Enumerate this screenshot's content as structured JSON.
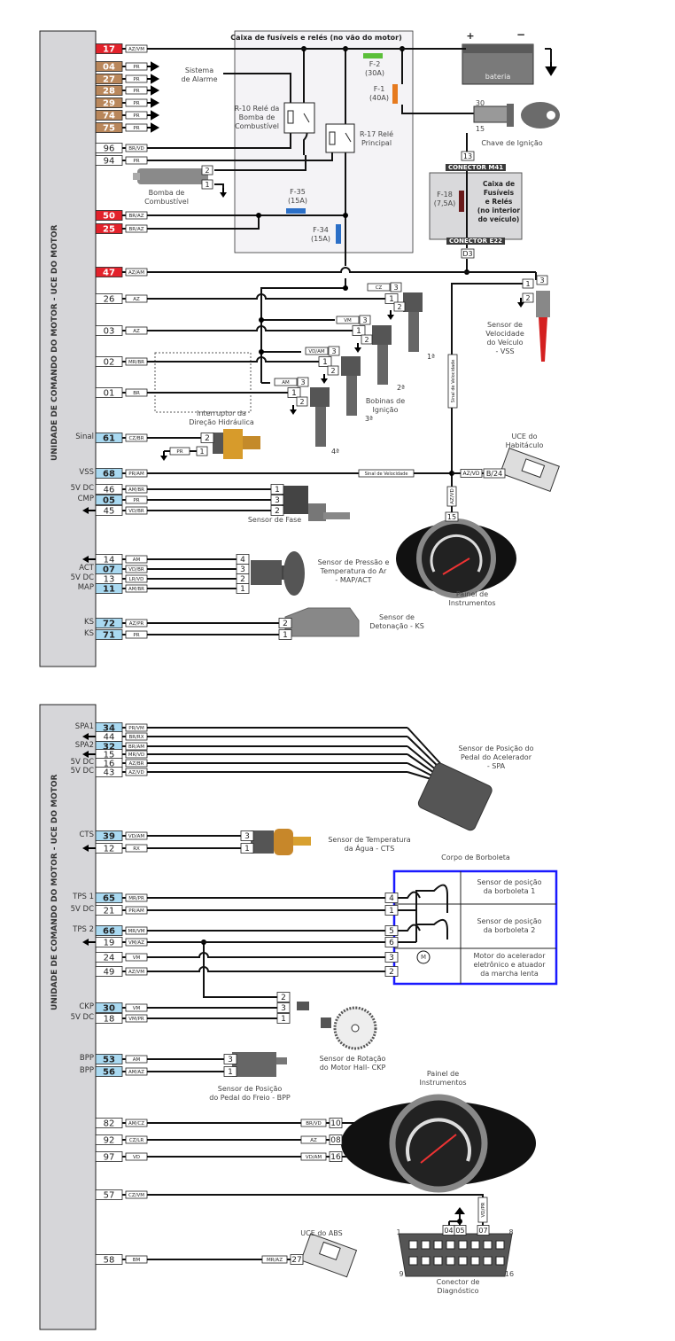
{
  "ecu": {
    "label_top": "UNIDADE DE COMANDO DO MOTOR - UCE DO MOTOR",
    "label_bottom": "UNIDADE DE COMANDO DO MOTOR - UCE DO MOTOR"
  },
  "pin_colors": {
    "red": "#e3222b",
    "brown": "#b9875b",
    "blue": "#a9d9f1",
    "white": "#ffffff",
    "throttle_box": "#1a1aff"
  },
  "pins_top": [
    {
      "pin": "17",
      "wire": "AZ/VM",
      "signal": "",
      "type": "red",
      "conn": ""
    },
    {
      "pin": "04",
      "wire": "PR",
      "signal": "",
      "type": "brown",
      "conn": ""
    },
    {
      "pin": "27",
      "wire": "PR",
      "signal": "",
      "type": "brown",
      "conn": ""
    },
    {
      "pin": "28",
      "wire": "PR",
      "signal": "",
      "type": "brown",
      "conn": ""
    },
    {
      "pin": "29",
      "wire": "PR",
      "signal": "",
      "type": "brown",
      "conn": ""
    },
    {
      "pin": "74",
      "wire": "PR",
      "signal": "",
      "type": "brown",
      "conn": ""
    },
    {
      "pin": "75",
      "wire": "PR",
      "signal": "",
      "type": "brown",
      "conn": ""
    },
    {
      "pin": "96",
      "wire": "BR/VD",
      "signal": "",
      "type": "white",
      "conn": ""
    },
    {
      "pin": "94",
      "wire": "PR",
      "signal": "",
      "type": "white",
      "conn": ""
    },
    {
      "pin": "50",
      "wire": "BR/AZ",
      "signal": "",
      "type": "red",
      "conn": ""
    },
    {
      "pin": "25",
      "wire": "BR/AZ",
      "signal": "",
      "type": "red",
      "conn": ""
    },
    {
      "pin": "47",
      "wire": "AZ/AM",
      "signal": "",
      "type": "red",
      "conn": ""
    },
    {
      "pin": "26",
      "wire": "AZ",
      "signal": "",
      "type": "white",
      "conn": "1"
    },
    {
      "pin": "03",
      "wire": "AZ",
      "signal": "",
      "type": "white",
      "conn": "1"
    },
    {
      "pin": "02",
      "wire": "MR/BR",
      "signal": "",
      "type": "white",
      "conn": "1"
    },
    {
      "pin": "01",
      "wire": "BR",
      "signal": "",
      "type": "white",
      "conn": "1"
    },
    {
      "pin": "61",
      "wire": "CZ/BR",
      "signal": "Sinal",
      "type": "blue",
      "conn": "2"
    },
    {
      "pin": "68",
      "wire": "PR/AM",
      "signal": "VSS",
      "type": "blue",
      "conn": ""
    },
    {
      "pin": "46",
      "wire": "AM/BR",
      "signal": "5V DC",
      "type": "white",
      "conn": "1"
    },
    {
      "pin": "05",
      "wire": "PR",
      "signal": "CMP",
      "type": "blue",
      "conn": "3"
    },
    {
      "pin": "45",
      "wire": "VD/BR",
      "signal": "",
      "type": "white",
      "conn": "2",
      "ground": true
    },
    {
      "pin": "14",
      "wire": "AM",
      "signal": "",
      "type": "white",
      "conn": "4",
      "ground": true
    },
    {
      "pin": "07",
      "wire": "VD/BR",
      "signal": "ACT",
      "type": "blue",
      "conn": "3"
    },
    {
      "pin": "13",
      "wire": "LR/VD",
      "signal": "5V DC",
      "type": "white",
      "conn": "2"
    },
    {
      "pin": "11",
      "wire": "AM/BR",
      "signal": "MAP",
      "type": "blue",
      "conn": "1"
    },
    {
      "pin": "72",
      "wire": "AZ/PR",
      "signal": "KS",
      "type": "blue",
      "conn": "2"
    },
    {
      "pin": "71",
      "wire": "PR",
      "signal": "KS",
      "type": "blue",
      "conn": "1"
    }
  ],
  "pins_bottom": [
    {
      "pin": "34",
      "wire": "PR/VM",
      "signal": "SPA1",
      "type": "blue",
      "conn": ""
    },
    {
      "pin": "44",
      "wire": "BR/RX",
      "signal": "",
      "type": "white",
      "conn": "",
      "ground": true
    },
    {
      "pin": "32",
      "wire": "BR/AM",
      "signal": "SPA2",
      "type": "blue",
      "conn": ""
    },
    {
      "pin": "15",
      "wire": "MR/VD",
      "signal": "",
      "type": "white",
      "conn": "",
      "ground": true
    },
    {
      "pin": "16",
      "wire": "AZ/BR",
      "signal": "5V DC",
      "type": "white",
      "conn": ""
    },
    {
      "pin": "43",
      "wire": "AZ/VD",
      "signal": "5V DC",
      "type": "white",
      "conn": ""
    },
    {
      "pin": "39",
      "wire": "VD/AM",
      "signal": "CTS",
      "type": "blue",
      "conn": "3"
    },
    {
      "pin": "12",
      "wire": "RX",
      "signal": "",
      "type": "white",
      "conn": "1",
      "ground": true
    },
    {
      "pin": "65",
      "wire": "MR/PR",
      "signal": "TPS 1",
      "type": "blue",
      "conn": "4"
    },
    {
      "pin": "21",
      "wire": "PR/AM",
      "signal": "5V DC",
      "type": "white",
      "conn": "1"
    },
    {
      "pin": "66",
      "wire": "MR/VM",
      "signal": "TPS 2",
      "type": "blue",
      "conn": "5"
    },
    {
      "pin": "19",
      "wire": "VM/AZ",
      "signal": "",
      "type": "white",
      "conn": "6",
      "ground": true
    },
    {
      "pin": "24",
      "wire": "VM",
      "signal": "",
      "type": "white",
      "conn": "3"
    },
    {
      "pin": "49",
      "wire": "AZ/VM",
      "signal": "",
      "type": "white",
      "conn": "2"
    },
    {
      "pin": "30",
      "wire": "VM",
      "signal": "CKP",
      "type": "blue",
      "conn": "3"
    },
    {
      "pin": "18",
      "wire": "VM/PR",
      "signal": "5V DC",
      "type": "white",
      "conn": "1"
    },
    {
      "pin": "53",
      "wire": "AM",
      "signal": "BPP",
      "type": "blue",
      "conn": "3"
    },
    {
      "pin": "56",
      "wire": "AM/AZ",
      "signal": "BPP",
      "type": "blue",
      "conn": "1"
    },
    {
      "pin": "82",
      "wire": "AM/CZ",
      "signal": "",
      "type": "white",
      "conn": "10",
      "far_wire": "BR/VD"
    },
    {
      "pin": "92",
      "wire": "CZ/LR",
      "signal": "",
      "type": "white",
      "conn": "08",
      "far_wire": "AZ"
    },
    {
      "pin": "97",
      "wire": "VD",
      "signal": "",
      "type": "white",
      "conn": "16",
      "far_wire": "VD/AM"
    },
    {
      "pin": "57",
      "wire": "CZ/VM",
      "signal": "",
      "type": "white",
      "conn": ""
    },
    {
      "pin": "58",
      "wire": "BM",
      "signal": "",
      "type": "white",
      "conn": "27",
      "far_wire": "MR/AZ"
    }
  ],
  "components": {
    "fuse_box_engine": "Caixa de fusíveis e relés (no vão do motor)",
    "f2": "F-2\n(30A)",
    "f1": "F-1\n(40A)",
    "f35": "F-35\n(15A)",
    "f34": "F-34\n(15A)",
    "r10": "R-10 Relé da\nBomba de\nCombustível",
    "r17": "R-17 Relé\nPrincipal",
    "alarm": "Sistema\nde Alarme",
    "pump": "Bomba de\nCombustível",
    "pump_pins": [
      "2",
      "1"
    ],
    "battery": "bateria",
    "battery_plus": "+",
    "battery_minus": "−",
    "ignition": "Chave de Ignição",
    "ignition_30": "30",
    "ignition_15": "15",
    "m41_pin": "13",
    "connector_m41": "CONECTOR M41",
    "f18": "F-18\n(7,5A)",
    "fuse_box_interior": "Caixa de\nFusíveis\ne Relés\n(no interior\ndo veículo)",
    "connector_e22": "CONECTOR E22",
    "e22_pin": "D3",
    "vss": "Sensor de\nVelocidade\ndo Veículo\n- VSS",
    "vss_pins": [
      "1",
      "2",
      "3"
    ],
    "speed_signal": "Sinal de Velocidade",
    "coils": "Bobinas de\nIgnição",
    "coil_numbers": [
      "1ª",
      "2ª",
      "3ª",
      "4ª"
    ],
    "coil_feed_wires": [
      "CZ",
      "VM",
      "VD/AM",
      "AM"
    ],
    "coil_pin3": "3",
    "coil_pin2": "2",
    "power_steering": "Interruptor da\nDireção Hidráulica",
    "power_steering_gnd_wire": "PR",
    "power_steering_gnd_pin": "1",
    "body_ecu": "UCE do\nHabitáculo",
    "body_ecu_wire": "AZ/VD",
    "body_ecu_pin": "B/24",
    "cluster_wire": "AZ/VD",
    "cluster_pin": "15",
    "cluster": "Painel de\nInstrumentos",
    "phase_sensor": "Sensor de Fase",
    "map_act": "Sensor de Pressão e\nTemperatura do Ar\n- MAP/ACT",
    "knock": "Sensor de\nDetonação - KS",
    "spa": "Sensor de Posição do\nPedal do Acelerador\n- SPA",
    "cts": "Sensor de Temperatura\nda Água - CTS",
    "throttle_body": "Corpo de Borboleta",
    "throttle_rows": [
      "Sensor de posição\nda borboleta 1",
      "Sensor de posição\nda borboleta 2",
      "Motor do acelerador\neletrônico e atuador\nda marcha lenta"
    ],
    "motor_symbol": "M",
    "ckp": "Sensor de Rotação\ndo Motor Hall- CKP",
    "ckp_pin2": "2",
    "bpp": "Sensor de Posição\ndo Pedal do Freio - BPP",
    "cluster_bottom": "Painel de\nInstrumentos",
    "abs": "UCE do ABS",
    "obd": "Conector de\nDiagnóstico",
    "obd_corner_pins": [
      "1",
      "8",
      "9",
      "16"
    ],
    "obd_pins": [
      "04",
      "05",
      "07"
    ],
    "obd_wire": "VD/PR"
  }
}
